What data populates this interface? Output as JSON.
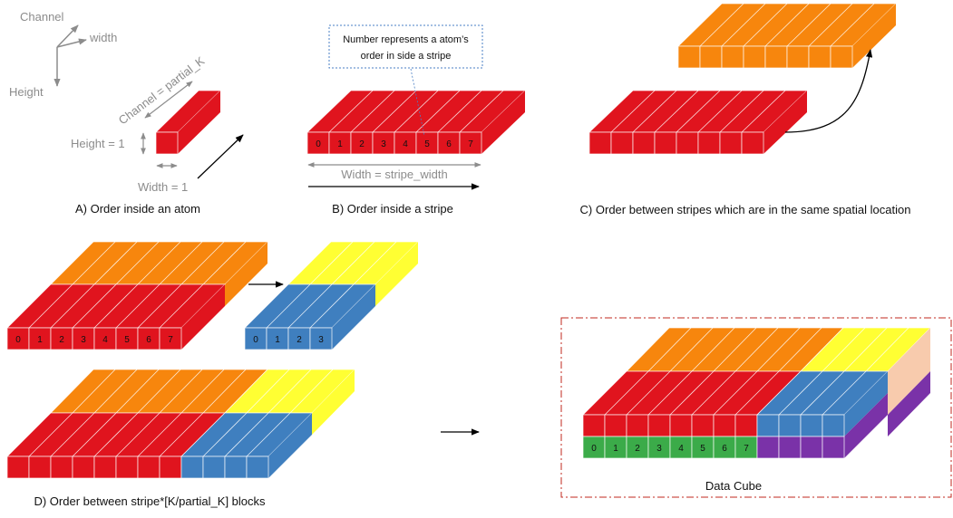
{
  "axes": {
    "channel": "Channel",
    "width": "width",
    "height": "Height"
  },
  "atom": {
    "channel_label": "Channel = partial_K",
    "height_label": "Height = 1",
    "width_label": "Width = 1"
  },
  "stripe": {
    "callout_line1": "Number represents a atom’s",
    "callout_line2": "order in side a stripe",
    "width_label": "Width = stripe_width",
    "cell_numbers": [
      "0",
      "1",
      "2",
      "3",
      "4",
      "5",
      "6",
      "7"
    ]
  },
  "blocks": {
    "blue_cell_numbers": [
      "0",
      "1",
      "2",
      "3"
    ]
  },
  "captions": {
    "a": "A) Order inside an atom",
    "b": "B) Order inside a stripe",
    "c": "C) Order between stripes which are in the same spatial location",
    "d": "D) Order between stripe*[K/partial_K] blocks",
    "cube": "Data Cube"
  },
  "colors": {
    "red": "#e0141e",
    "orange": "#f7860d",
    "yellow": "#ffff33",
    "blue": "#3f7fbf",
    "green": "#3bab49",
    "purple": "#7a32a8",
    "peach": "#f8cbad",
    "frame": "#c0281f",
    "callout_border": "#4a7fc4"
  }
}
